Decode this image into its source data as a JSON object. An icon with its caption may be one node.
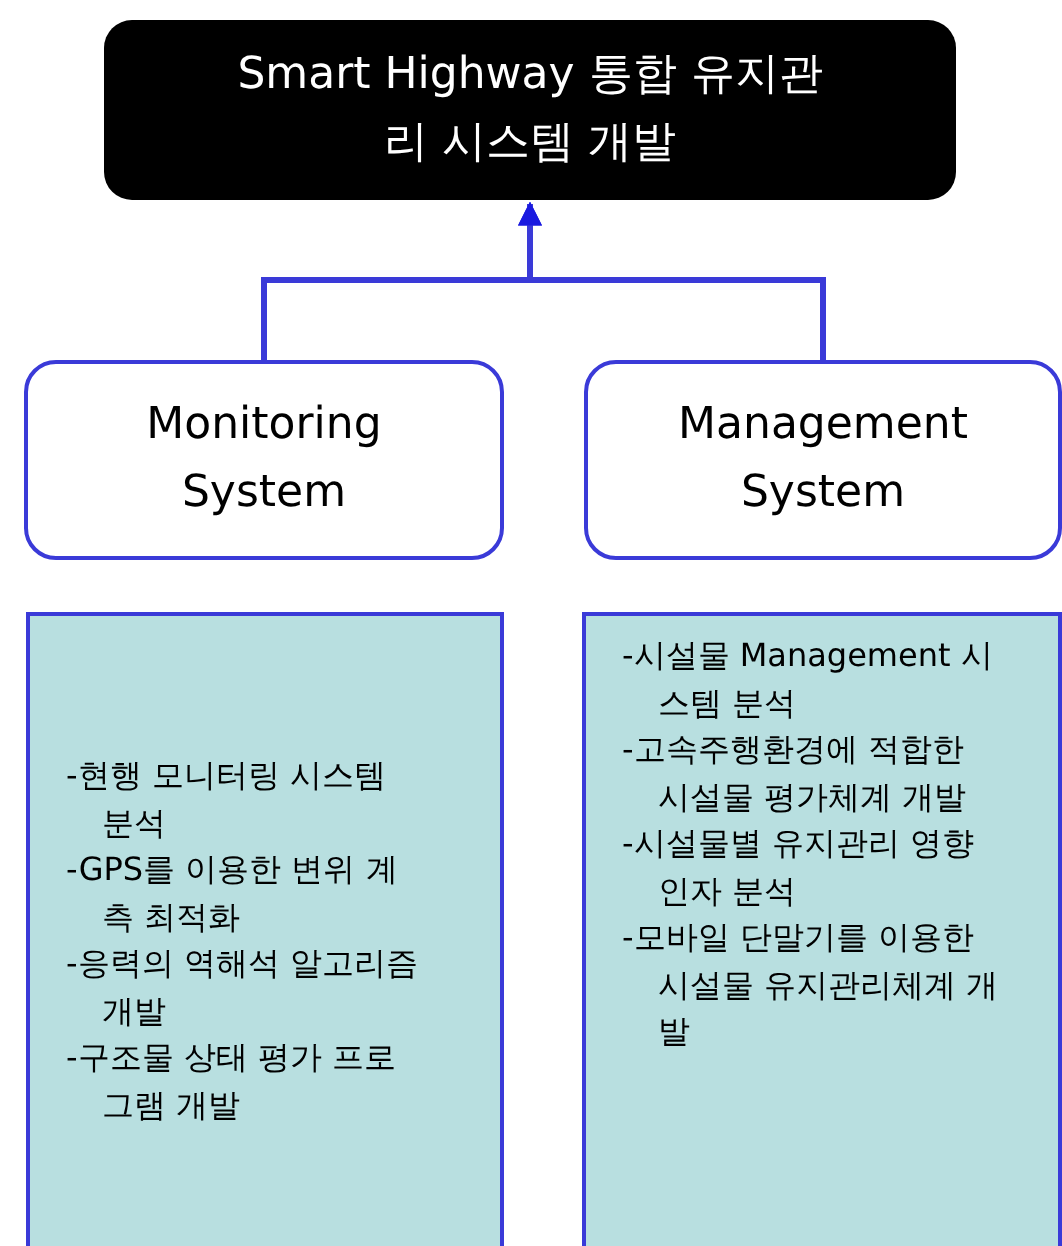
{
  "diagram": {
    "nodes": [
      {
        "text": [
          "Smart Highway 통합 유지관리 시스템 개발"
        ]
      },
      {
        "text": [
          "Monitoring System"
        ]
      },
      {
        "text": [
          "Management System"
        ]
      },
      {
        "text": [
          "-현행 모니터링 시스템 분석",
          "-GPS를 이용한 변위 계측 최적화",
          "-응력의 역해석 알고리즘 개발",
          "-구조물 상태 평가 프로그램 개발"
        ]
      },
      {
        "text": [
          "-시설물 Management 시스템 분석",
          "-고속주행환경에 적합한 시설물 평가체계 개발",
          "-시설물별 유지관리 영향인자 분석",
          "-모바일 단말기를 이용한 시설물 유지관리체계 개발"
        ]
      }
    ],
    "edges": [
      {
        "from": 1,
        "to": 0,
        "arrow": "to"
      },
      {
        "from": 2,
        "to": 0,
        "arrow": "to"
      }
    ]
  }
}
